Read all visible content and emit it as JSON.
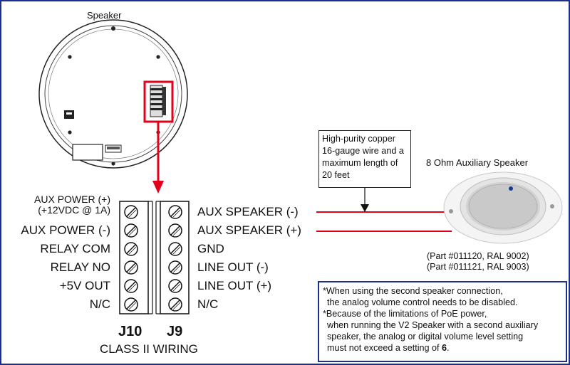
{
  "speaker_label": "Speaker",
  "aux_speaker_title": "8 Ohm Auxiliary Speaker",
  "wire_note": "High-purity copper 16-gauge wire and a maximum length of 20 feet",
  "part_numbers": [
    "(Part #011120, RAL 9002)",
    "(Part #011121, RAL 9003)"
  ],
  "j10": {
    "name": "J10",
    "aux_power_plus": "AUX POWER (+)",
    "aux_power_spec": "(+12VDC @ 1A)",
    "pins": [
      "AUX POWER (-)",
      "RELAY COM",
      "RELAY NO",
      "+5V OUT",
      "N/C"
    ]
  },
  "j9": {
    "name": "J9",
    "pins": [
      "AUX SPEAKER (-)",
      "AUX SPEAKER (+)",
      "GND",
      "LINE OUT (-)",
      "LINE OUT (+)",
      "N/C"
    ]
  },
  "class_wiring": "CLASS II WIRING",
  "notes": {
    "n1_line1": "*When using the second speaker connection,",
    "n1_line2": "the analog volume control needs to be disabled.",
    "n2_line1": "*Because of the limitations of PoE power,",
    "n2_line2": "when running the V2 Speaker with a second auxiliary",
    "n2_line3": "speaker, the analog or digital volume level setting",
    "n2_line4_prefix": "must not exceed a setting of ",
    "n2_line4_value": "6",
    "n2_line4_suffix": "."
  },
  "colors": {
    "frame": "#1a2f8f",
    "wire": "#e3001b",
    "highlight": "#e3001b"
  }
}
